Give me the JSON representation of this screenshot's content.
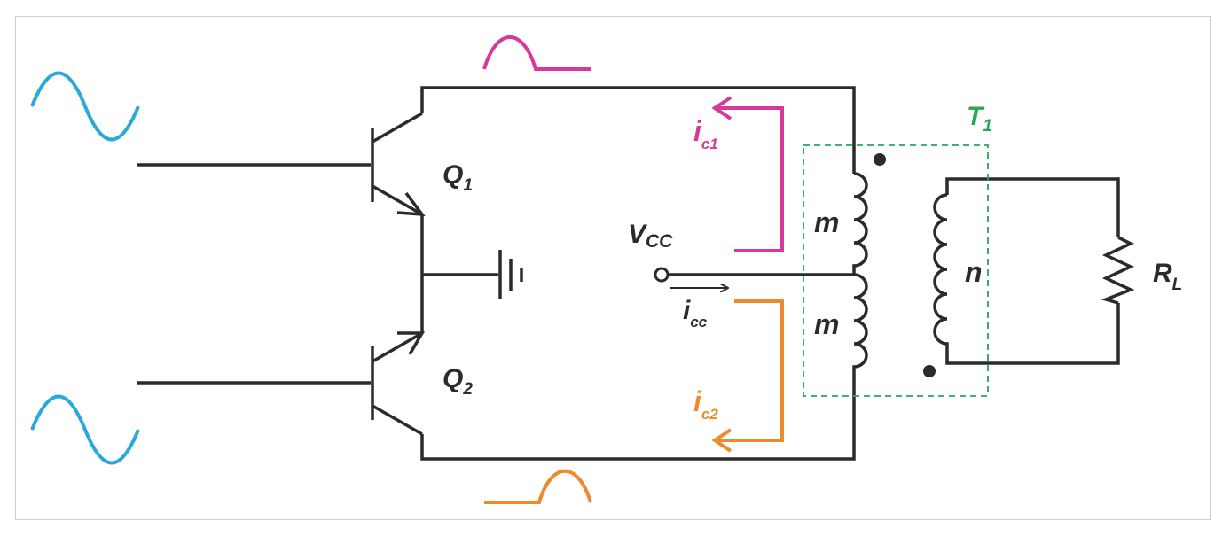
{
  "labels": {
    "q1": "Q",
    "q1_sub": "1",
    "q2": "Q",
    "q2_sub": "2",
    "vcc": "V",
    "vcc_sub": "CC",
    "icc": "i",
    "icc_sub": "cc",
    "ic1": "i",
    "ic1_sub": "c1",
    "ic2": "i",
    "ic2_sub": "c2",
    "t1": "T",
    "t1_sub": "1",
    "m_top": "m",
    "m_bottom": "m",
    "n": "n",
    "rl": "R",
    "rl_sub": "L"
  },
  "colors": {
    "wire": "#2b2b2b",
    "input_wave": "#29a8dc",
    "ic1": "#d6399b",
    "ic2": "#ee8a2e",
    "transformer_box": "#2aa55a"
  }
}
